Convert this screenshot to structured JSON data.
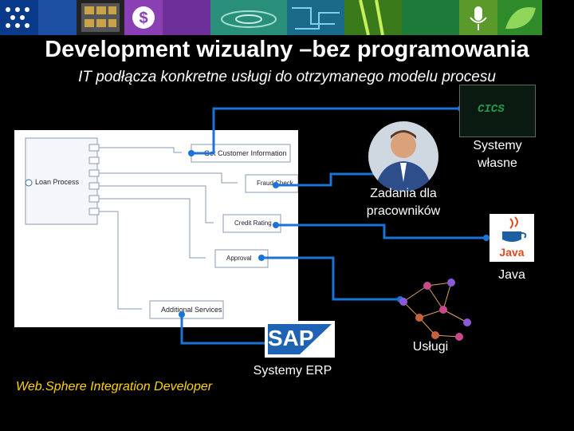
{
  "slide": {
    "title": "Development wizualny –bez programowania",
    "subtitle": "IT podłącza konkretne usługi do otrzymanego modelu procesu",
    "footer": "Web.Sphere Integration Developer"
  },
  "banner": {
    "icons": [
      "ibm-logo-icon",
      "film-strip-icon",
      "dollar-icon",
      "water-drop-icon",
      "circuit-icon",
      "bamboo-icon",
      "microphone-icon",
      "leaf-icon"
    ]
  },
  "diagram": {
    "process": "Loan Process",
    "steps": [
      "Get Customer Information",
      "Fraud Check",
      "Credit Rating",
      "Approval",
      "Additional Services"
    ]
  },
  "targets": {
    "own_systems": "Systemy\nwłasne",
    "human_tasks": "Zadania dla\npracowników",
    "java": "Java",
    "services": "Usługi",
    "erp": "Systemy ERP"
  },
  "logos": {
    "sap": "SAP",
    "java": "Java",
    "terminal": "CICS"
  },
  "colors": {
    "wire": "#1a73d6",
    "footer": "#ffd200"
  }
}
